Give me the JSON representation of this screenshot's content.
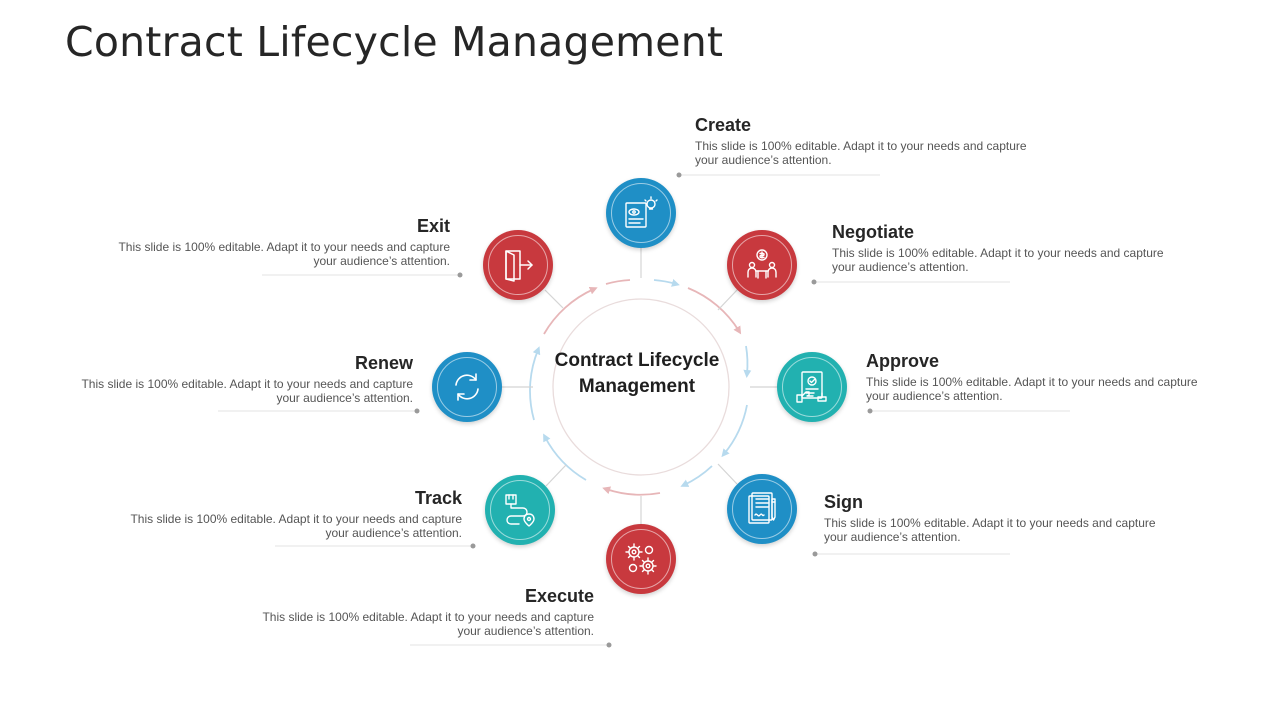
{
  "title": "Contract Lifecycle Management",
  "center_label": "Contract Lifecycle Management",
  "colors": {
    "blue": "#1f8fc6",
    "red": "#c8393e",
    "teal": "#22b1b0"
  },
  "stages": [
    {
      "key": "create",
      "title": "Create",
      "desc": "This slide is 100% editable. Adapt it to your needs and capture your audience’s attention.",
      "color": "blue",
      "icon": "document-eye-lightbulb-icon"
    },
    {
      "key": "negotiate",
      "title": "Negotiate",
      "desc": "This slide is 100% editable. Adapt it to your needs and capture your audience’s attention.",
      "color": "red",
      "icon": "negotiation-meeting-icon"
    },
    {
      "key": "approve",
      "title": "Approve",
      "desc": "This slide is 100% editable. Adapt it to your needs and capture your audience’s attention.",
      "color": "teal",
      "icon": "approved-document-icon"
    },
    {
      "key": "sign",
      "title": "Sign",
      "desc": "This slide is 100% editable. Adapt it to your needs and capture your audience’s attention.",
      "color": "blue",
      "icon": "sign-document-pen-icon"
    },
    {
      "key": "execute",
      "title": "Execute",
      "desc": "This slide is 100% editable. Adapt it to your needs and capture your audience’s attention.",
      "color": "red",
      "icon": "gears-icon"
    },
    {
      "key": "track",
      "title": "Track",
      "desc": "This slide is 100% editable. Adapt it to your needs and capture your audience’s attention.",
      "color": "teal",
      "icon": "track-route-icon"
    },
    {
      "key": "renew",
      "title": "Renew",
      "desc": "This slide is 100% editable. Adapt it to your needs and capture your audience’s attention.",
      "color": "blue",
      "icon": "refresh-cycle-icon"
    },
    {
      "key": "exit",
      "title": "Exit",
      "desc": "This slide is 100% editable. Adapt it to your needs and capture your audience’s attention.",
      "color": "red",
      "icon": "exit-door-icon"
    }
  ]
}
